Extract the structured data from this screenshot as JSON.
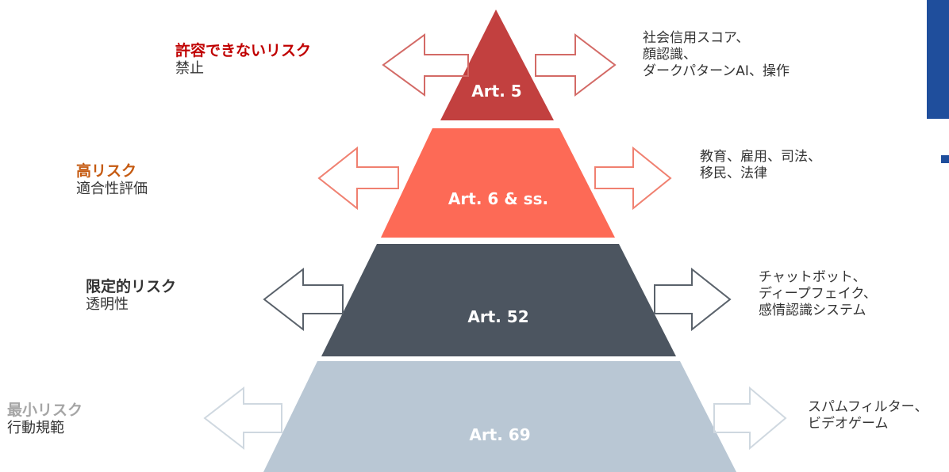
{
  "colors": {
    "unacceptable": "#c2403f",
    "high": "#fd6a56",
    "limited": "#4c5560",
    "minimal": "#b9c7d4",
    "unacceptable_text": "#c00000",
    "high_text": "#c55a11",
    "limited_text": "#333333",
    "minimal_text": "#a5a5a5",
    "arrow_unacceptable": "#d36a66",
    "arrow_high": "#f08070",
    "arrow_limited": "#5a626b",
    "arrow_minimal": "#cfd8e0"
  },
  "tiers": [
    {
      "id": "unacceptable",
      "title": "許容できないリスク",
      "subtitle": "禁止",
      "article": "Art. 5",
      "examples": [
        "社会信用スコア、",
        "顔認識、",
        "ダークパターンAI、操作"
      ]
    },
    {
      "id": "high",
      "title": "高リスク",
      "subtitle": "適合性評価",
      "article": "Art. 6 & ss.",
      "examples": [
        "教育、雇用、司法、",
        "移民、法律"
      ]
    },
    {
      "id": "limited",
      "title": "限定的リスク",
      "subtitle": "透明性",
      "article": "Art. 52",
      "examples": [
        "チャットボット、",
        "ディープフェイク、",
        "感情認識システム"
      ]
    },
    {
      "id": "minimal",
      "title": "最小リスク",
      "subtitle": "行動規範",
      "article": "Art. 69",
      "examples": [
        "スパムフィルター、",
        "ビデオゲーム"
      ]
    }
  ]
}
